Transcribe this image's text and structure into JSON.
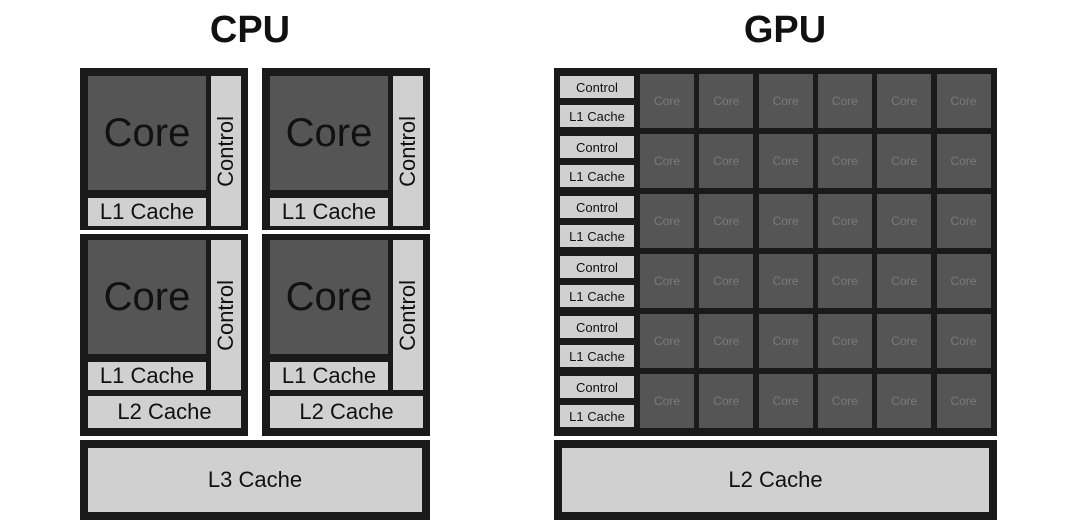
{
  "cpu": {
    "title": "CPU",
    "core_label": "Core",
    "control_label": "Control",
    "l1_label": "L1 Cache",
    "l2_label": "L2 Cache",
    "l3_label": "L3 Cache"
  },
  "gpu": {
    "title": "GPU",
    "core_label": "Core",
    "control_label": "Control",
    "l1_label": "L1 Cache",
    "l2_label": "L2 Cache",
    "rows": 6,
    "cores_per_row": 6
  },
  "colors": {
    "frame": "#1a1a1a",
    "light_block": "#d0d0d0",
    "dark_block": "#555555",
    "gpu_core_text": "#7a7a7a"
  }
}
